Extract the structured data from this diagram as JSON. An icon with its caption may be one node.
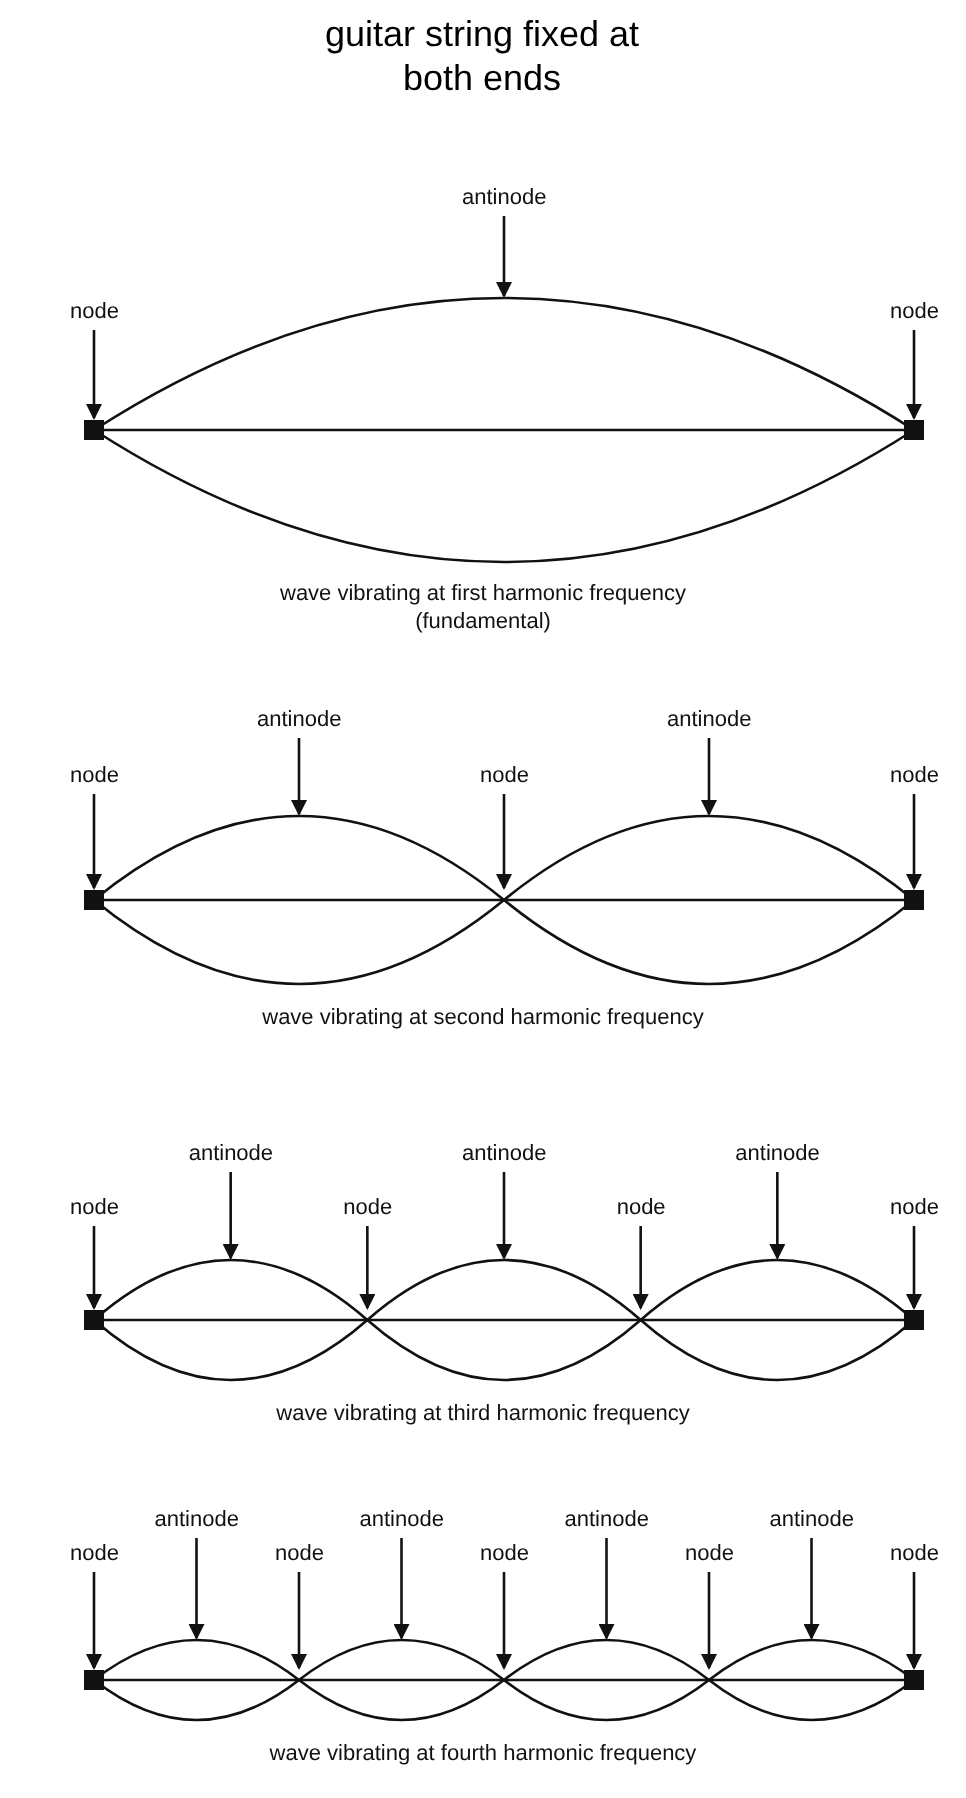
{
  "diagram": {
    "title": "guitar string fixed at both ends",
    "nodes": [
      {
        "text": [
          "node"
        ]
      },
      {
        "text": [
          "antinode"
        ]
      },
      {
        "text": [
          "node"
        ]
      },
      {
        "text": [
          "node"
        ]
      },
      {
        "text": [
          "antinode"
        ]
      },
      {
        "text": [
          "node"
        ]
      },
      {
        "text": [
          "antinode"
        ]
      },
      {
        "text": [
          "node"
        ]
      },
      {
        "text": [
          "node"
        ]
      },
      {
        "text": [
          "antinode"
        ]
      },
      {
        "text": [
          "node"
        ]
      },
      {
        "text": [
          "antinode"
        ]
      },
      {
        "text": [
          "node"
        ]
      },
      {
        "text": [
          "antinode"
        ]
      },
      {
        "text": [
          "node"
        ]
      },
      {
        "text": [
          "node"
        ]
      },
      {
        "text": [
          "antinode"
        ]
      },
      {
        "text": [
          "node"
        ]
      },
      {
        "text": [
          "antinode"
        ]
      },
      {
        "text": [
          "node"
        ]
      },
      {
        "text": [
          "antinode"
        ]
      },
      {
        "text": [
          "node"
        ]
      },
      {
        "text": [
          "antinode"
        ]
      },
      {
        "text": [
          "node"
        ]
      },
      {
        "text": [],
        "shape": "picture",
        "beside": [
          "wave vibrating at first harmonic frequency (fundamental)"
        ]
      },
      {
        "text": [],
        "shape": "picture",
        "beside": [
          "wave vibrating at second harmonic frequency"
        ]
      },
      {
        "text": [],
        "shape": "picture",
        "beside": [
          "wave vibrating at third harmonic frequency"
        ]
      },
      {
        "text": [],
        "shape": "picture",
        "beside": [
          "wave vibrating at fourth harmonic frequency"
        ]
      }
    ],
    "edges": [
      {
        "from": 0,
        "to": 24,
        "arrow": "to"
      },
      {
        "from": 1,
        "to": 24,
        "arrow": "to"
      },
      {
        "from": 2,
        "to": 24,
        "arrow": "to"
      },
      {
        "from": 3,
        "to": 25,
        "arrow": "to"
      },
      {
        "from": 4,
        "to": 25,
        "arrow": "to"
      },
      {
        "from": 5,
        "to": 25,
        "arrow": "to"
      },
      {
        "from": 6,
        "to": 25,
        "arrow": "to"
      },
      {
        "from": 7,
        "to": 25,
        "arrow": "to"
      },
      {
        "from": 8,
        "to": 26,
        "arrow": "to"
      },
      {
        "from": 9,
        "to": 26,
        "arrow": "to"
      },
      {
        "from": 10,
        "to": 26,
        "arrow": "to"
      },
      {
        "from": 11,
        "to": 26,
        "arrow": "to"
      },
      {
        "from": 12,
        "to": 26,
        "arrow": "to"
      },
      {
        "from": 13,
        "to": 26,
        "arrow": "to"
      },
      {
        "from": 14,
        "to": 26,
        "arrow": "to"
      },
      {
        "from": 15,
        "to": 27,
        "arrow": "to"
      },
      {
        "from": 16,
        "to": 27,
        "arrow": "to"
      },
      {
        "from": 17,
        "to": 27,
        "arrow": "to"
      },
      {
        "from": 18,
        "to": 27,
        "arrow": "to"
      },
      {
        "from": 19,
        "to": 27,
        "arrow": "to"
      },
      {
        "from": 20,
        "to": 27,
        "arrow": "to"
      },
      {
        "from": 21,
        "to": 27,
        "arrow": "to"
      },
      {
        "from": 22,
        "to": 27,
        "arrow": "to"
      },
      {
        "from": 23,
        "to": 27,
        "arrow": "to"
      }
    ]
  }
}
